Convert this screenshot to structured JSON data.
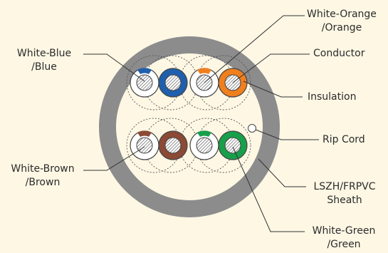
{
  "labels": {
    "white_blue": [
      "White-Blue",
      "/Blue"
    ],
    "white_brown": [
      "White-Brown",
      "/Brown"
    ],
    "white_orange": [
      "White-Orange",
      "/Orange"
    ],
    "conductor": "Conductor",
    "insulation": "Insulation",
    "rip_cord": "Rip Cord",
    "sheath": [
      "LSZH/FRPVC",
      "Sheath"
    ],
    "white_green": [
      "White-Green",
      "/Green"
    ]
  },
  "colors": {
    "background": "#fdf7e4",
    "jacket": "#8c8c8c",
    "inner": "#fdf7e4",
    "blue": "#1f5fae",
    "orange": "#f07f1d",
    "brown": "#8b4a35",
    "green": "#17a04a",
    "conductor_hatch": "#555555",
    "leader": "#333333"
  },
  "icons": {
    "conductor_pattern": "hatched-circle-icon",
    "rip_cord": "small-circle-icon"
  }
}
